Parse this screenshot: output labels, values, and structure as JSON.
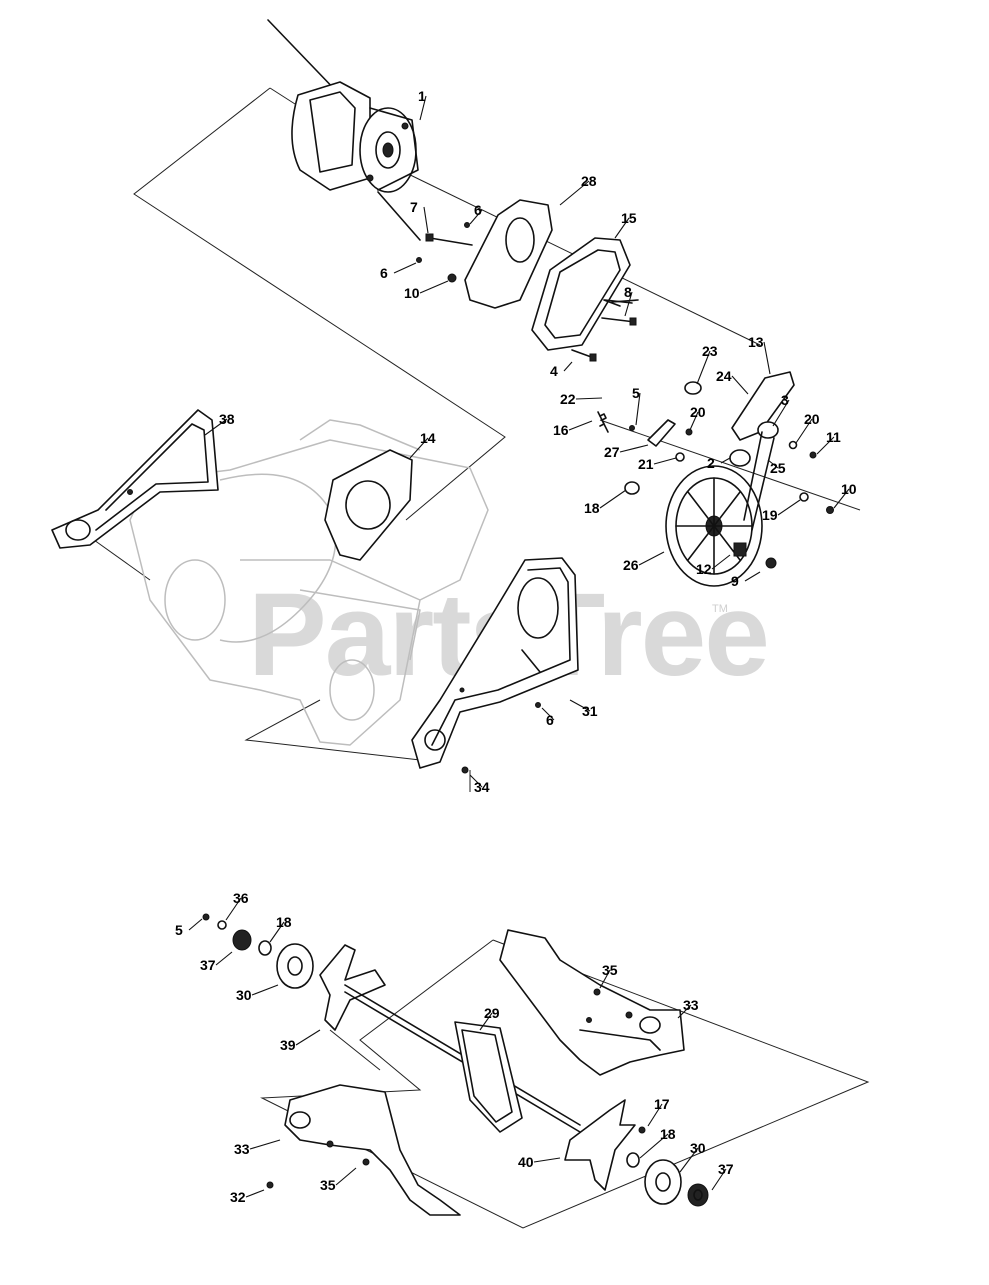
{
  "watermark": {
    "text": "PartsTree",
    "trademark": "TM"
  },
  "callouts": [
    {
      "id": "c1",
      "label": "1"
    },
    {
      "id": "c28",
      "label": "28"
    },
    {
      "id": "c15",
      "label": "15"
    },
    {
      "id": "c7",
      "label": "7"
    },
    {
      "id": "c6a",
      "label": "6"
    },
    {
      "id": "c6b",
      "label": "6"
    },
    {
      "id": "c10a",
      "label": "10"
    },
    {
      "id": "c8",
      "label": "8"
    },
    {
      "id": "c4",
      "label": "4"
    },
    {
      "id": "c23",
      "label": "23"
    },
    {
      "id": "c13",
      "label": "13"
    },
    {
      "id": "c24",
      "label": "24"
    },
    {
      "id": "c22",
      "label": "22"
    },
    {
      "id": "c5a",
      "label": "5"
    },
    {
      "id": "c3",
      "label": "3"
    },
    {
      "id": "c20a",
      "label": "20"
    },
    {
      "id": "c20b",
      "label": "20"
    },
    {
      "id": "c11",
      "label": "11"
    },
    {
      "id": "c16",
      "label": "16"
    },
    {
      "id": "c27",
      "label": "27"
    },
    {
      "id": "c21",
      "label": "21"
    },
    {
      "id": "c2",
      "label": "2"
    },
    {
      "id": "c25",
      "label": "25"
    },
    {
      "id": "c18a",
      "label": "18"
    },
    {
      "id": "c19",
      "label": "19"
    },
    {
      "id": "c10b",
      "label": "10"
    },
    {
      "id": "c26",
      "label": "26"
    },
    {
      "id": "c12",
      "label": "12"
    },
    {
      "id": "c9",
      "label": "9"
    },
    {
      "id": "c38",
      "label": "38"
    },
    {
      "id": "c14",
      "label": "14"
    },
    {
      "id": "c31",
      "label": "31"
    },
    {
      "id": "c6c",
      "label": "6"
    },
    {
      "id": "c34",
      "label": "34"
    },
    {
      "id": "c5b",
      "label": "5"
    },
    {
      "id": "c36",
      "label": "36"
    },
    {
      "id": "c18b",
      "label": "18"
    },
    {
      "id": "c37a",
      "label": "37"
    },
    {
      "id": "c30a",
      "label": "30"
    },
    {
      "id": "c39",
      "label": "39"
    },
    {
      "id": "c35a",
      "label": "35"
    },
    {
      "id": "c33a",
      "label": "33"
    },
    {
      "id": "c29",
      "label": "29"
    },
    {
      "id": "c33b",
      "label": "33"
    },
    {
      "id": "c17",
      "label": "17"
    },
    {
      "id": "c18c",
      "label": "18"
    },
    {
      "id": "c30b",
      "label": "30"
    },
    {
      "id": "c40",
      "label": "40"
    },
    {
      "id": "c37b",
      "label": "37"
    },
    {
      "id": "c32",
      "label": "32"
    },
    {
      "id": "c35b",
      "label": "35"
    }
  ]
}
